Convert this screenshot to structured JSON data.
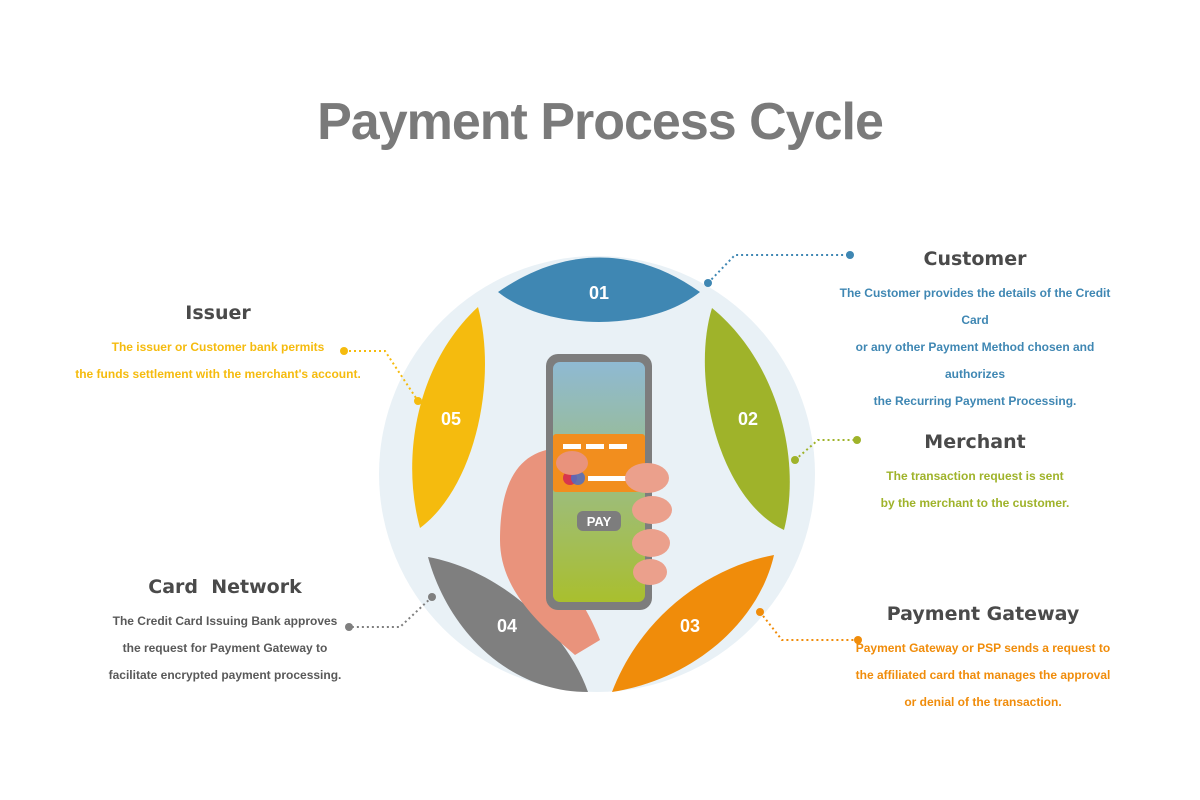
{
  "title": "Payment Process Cycle",
  "colors": {
    "blue": "#3f87b3",
    "green": "#9fb32a",
    "orange": "#f08c0a",
    "gray": "#7f7f7f",
    "yellow": "#f5bb0e",
    "title": "#7a7a7a"
  },
  "steps": [
    {
      "number": "01",
      "title": "Customer",
      "lines": [
        "The Customer provides the details of the Credit Card",
        "or any other Payment Method chosen and authorizes",
        "the Recurring Payment Processing."
      ]
    },
    {
      "number": "02",
      "title": "Merchant",
      "lines": [
        "The transaction request is sent",
        "by the merchant to the customer."
      ]
    },
    {
      "number": "03",
      "title": "Payment Gateway",
      "lines": [
        "Payment Gateway or PSP sends a request to",
        "the affiliated card that manages the approval",
        "or denial of the transaction."
      ]
    },
    {
      "number": "04",
      "title": "Card  Network",
      "lines": [
        "The Credit Card Issuing Bank approves",
        "the request for Payment Gateway to",
        "facilitate encrypted payment processing."
      ]
    },
    {
      "number": "05",
      "title": "Issuer",
      "lines": [
        "The issuer or Customer bank permits",
        "the funds settlement with the merchant's account."
      ]
    }
  ],
  "phone": {
    "pay_label": "PAY"
  },
  "icons": [
    "phone-icon",
    "credit-card-icon",
    "hand-icon"
  ]
}
